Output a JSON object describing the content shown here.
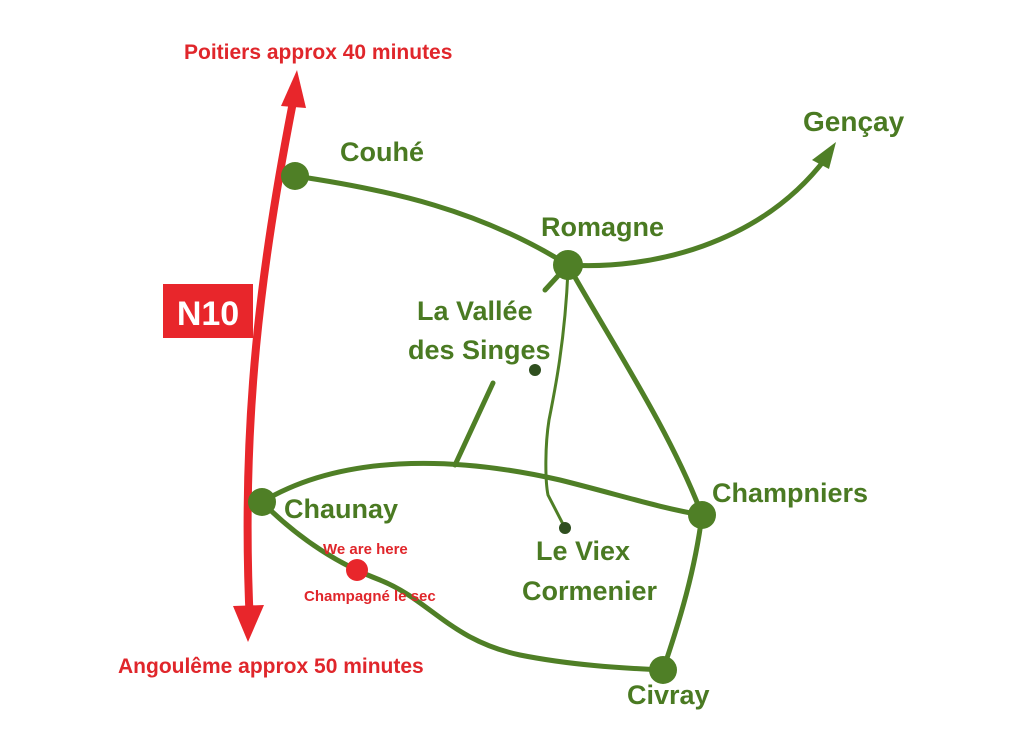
{
  "colors": {
    "background": "#ffffff",
    "national_road": "#e8262b",
    "local_road": "#4f7f26",
    "town_marker": "#4f7f26",
    "current_location": "#e8262b",
    "label_red": "#e0262b",
    "label_green": "#4a7a22"
  },
  "road": {
    "badge": "N10",
    "north_destination": "Poitiers approx 40 minutes",
    "south_destination": "Angoulême approx 50 minutes"
  },
  "places": {
    "couhe": "Couhé",
    "romagne": "Romagne",
    "gencay": "Gençay",
    "la_vallee_line1": "La Vallée",
    "la_vallee_line2": "des Singes",
    "chaunay": "Chaunay",
    "champniers": "Champniers",
    "le_viex_line1": "Le Viex",
    "le_viex_line2": "Cormenier",
    "civray": "Civray"
  },
  "location": {
    "marker_label": "We are here",
    "place_name": "Champagné le sec"
  }
}
